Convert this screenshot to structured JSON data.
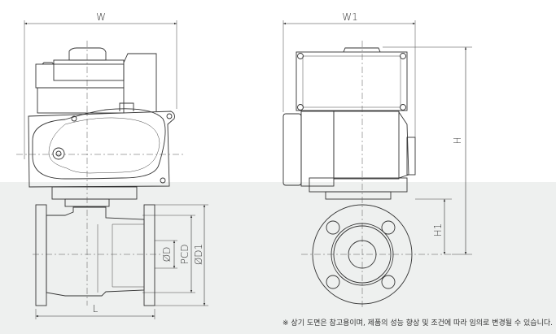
{
  "labels": {
    "w": "W",
    "w1": "W1",
    "h": "H",
    "h1": "H1",
    "l": "L",
    "d": "ØD",
    "pcd": "PCD",
    "d1": "ØD1"
  },
  "note": "※ 상기 도면은 참고용이며, 제품의 성능 향상 및 조건에 따라 임의로 변경될 수 있습니다.",
  "colors": {
    "background_upper": "#ffffff",
    "background_lower": "#eef0ef",
    "line": "#333333"
  }
}
